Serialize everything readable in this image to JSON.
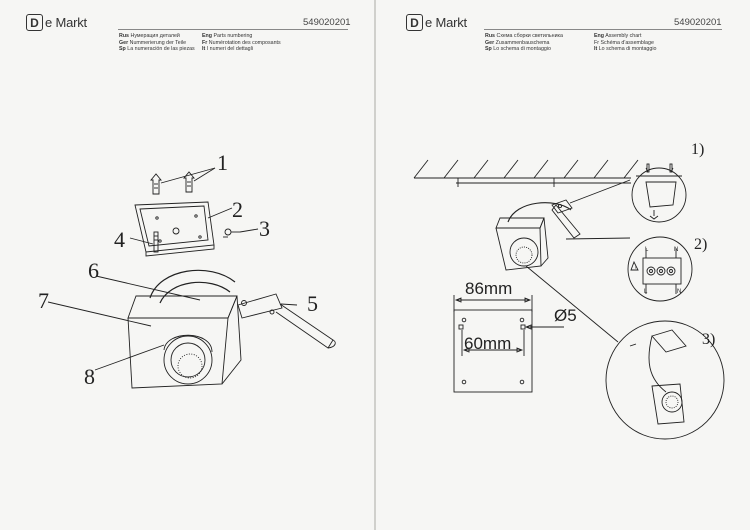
{
  "left_page": {
    "logo": {
      "mark": "D",
      "text": "e Markt"
    },
    "doc_number": "549020201",
    "header": [
      {
        "lang": "Rus",
        "text": "Нумерация деталей"
      },
      {
        "lang": "Ger",
        "text": "Nummerierung der Teile"
      },
      {
        "lang": "Sp",
        "text": "La numeración de las piezas"
      },
      {
        "lang": "Eng",
        "text": "Parts numbering"
      },
      {
        "lang": "Fr",
        "text": "Numérotation des composants"
      },
      {
        "lang": "It",
        "text": "I numeri del dettagli"
      }
    ],
    "part_numbers": [
      "1",
      "2",
      "3",
      "4",
      "5",
      "6",
      "7",
      "8"
    ]
  },
  "right_page": {
    "logo": {
      "mark": "D",
      "text": "e Markt"
    },
    "doc_number": "549020201",
    "header": [
      {
        "lang": "Rus",
        "text": "Схема сборки светильника"
      },
      {
        "lang": "Ger",
        "text": "Zusammenbauschema"
      },
      {
        "lang": "Sp",
        "text": "Lo schema di montaggio"
      },
      {
        "lang": "Eng",
        "text": "Assembly chart"
      },
      {
        "lang": "Fr",
        "text": "Fr Schéma d'assemblage"
      },
      {
        "lang": "It",
        "text": "Lo schema di montaggio"
      }
    ],
    "steps": [
      "1)",
      "2)",
      "3)"
    ],
    "dimensions": {
      "outer": "86mm",
      "inner": "60mm",
      "hole": "Ø5"
    },
    "terminal_labels": {
      "top_l": "L",
      "top_n": "N",
      "bottom_l": "L",
      "bottom_n": "N"
    }
  },
  "colors": {
    "line": "#222222",
    "paper": "#f6f6f4",
    "fold": "#d0d0cc"
  }
}
